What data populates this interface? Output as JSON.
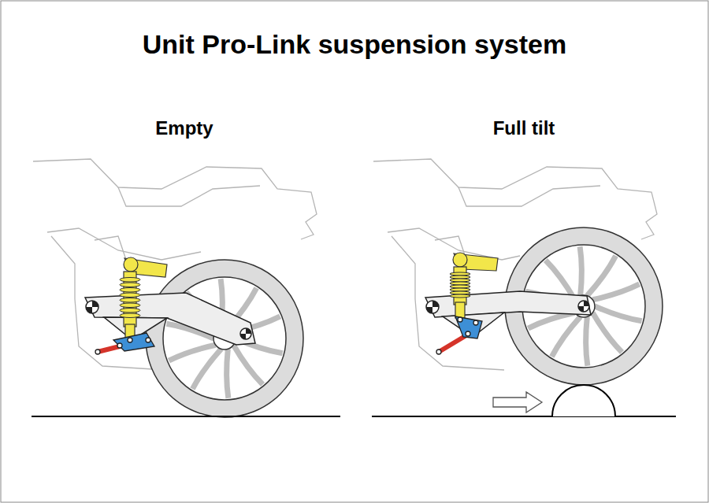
{
  "diagram": {
    "title": "Unit Pro-Link suspension system",
    "labels": [
      "Empty",
      "Full tilt"
    ]
  }
}
